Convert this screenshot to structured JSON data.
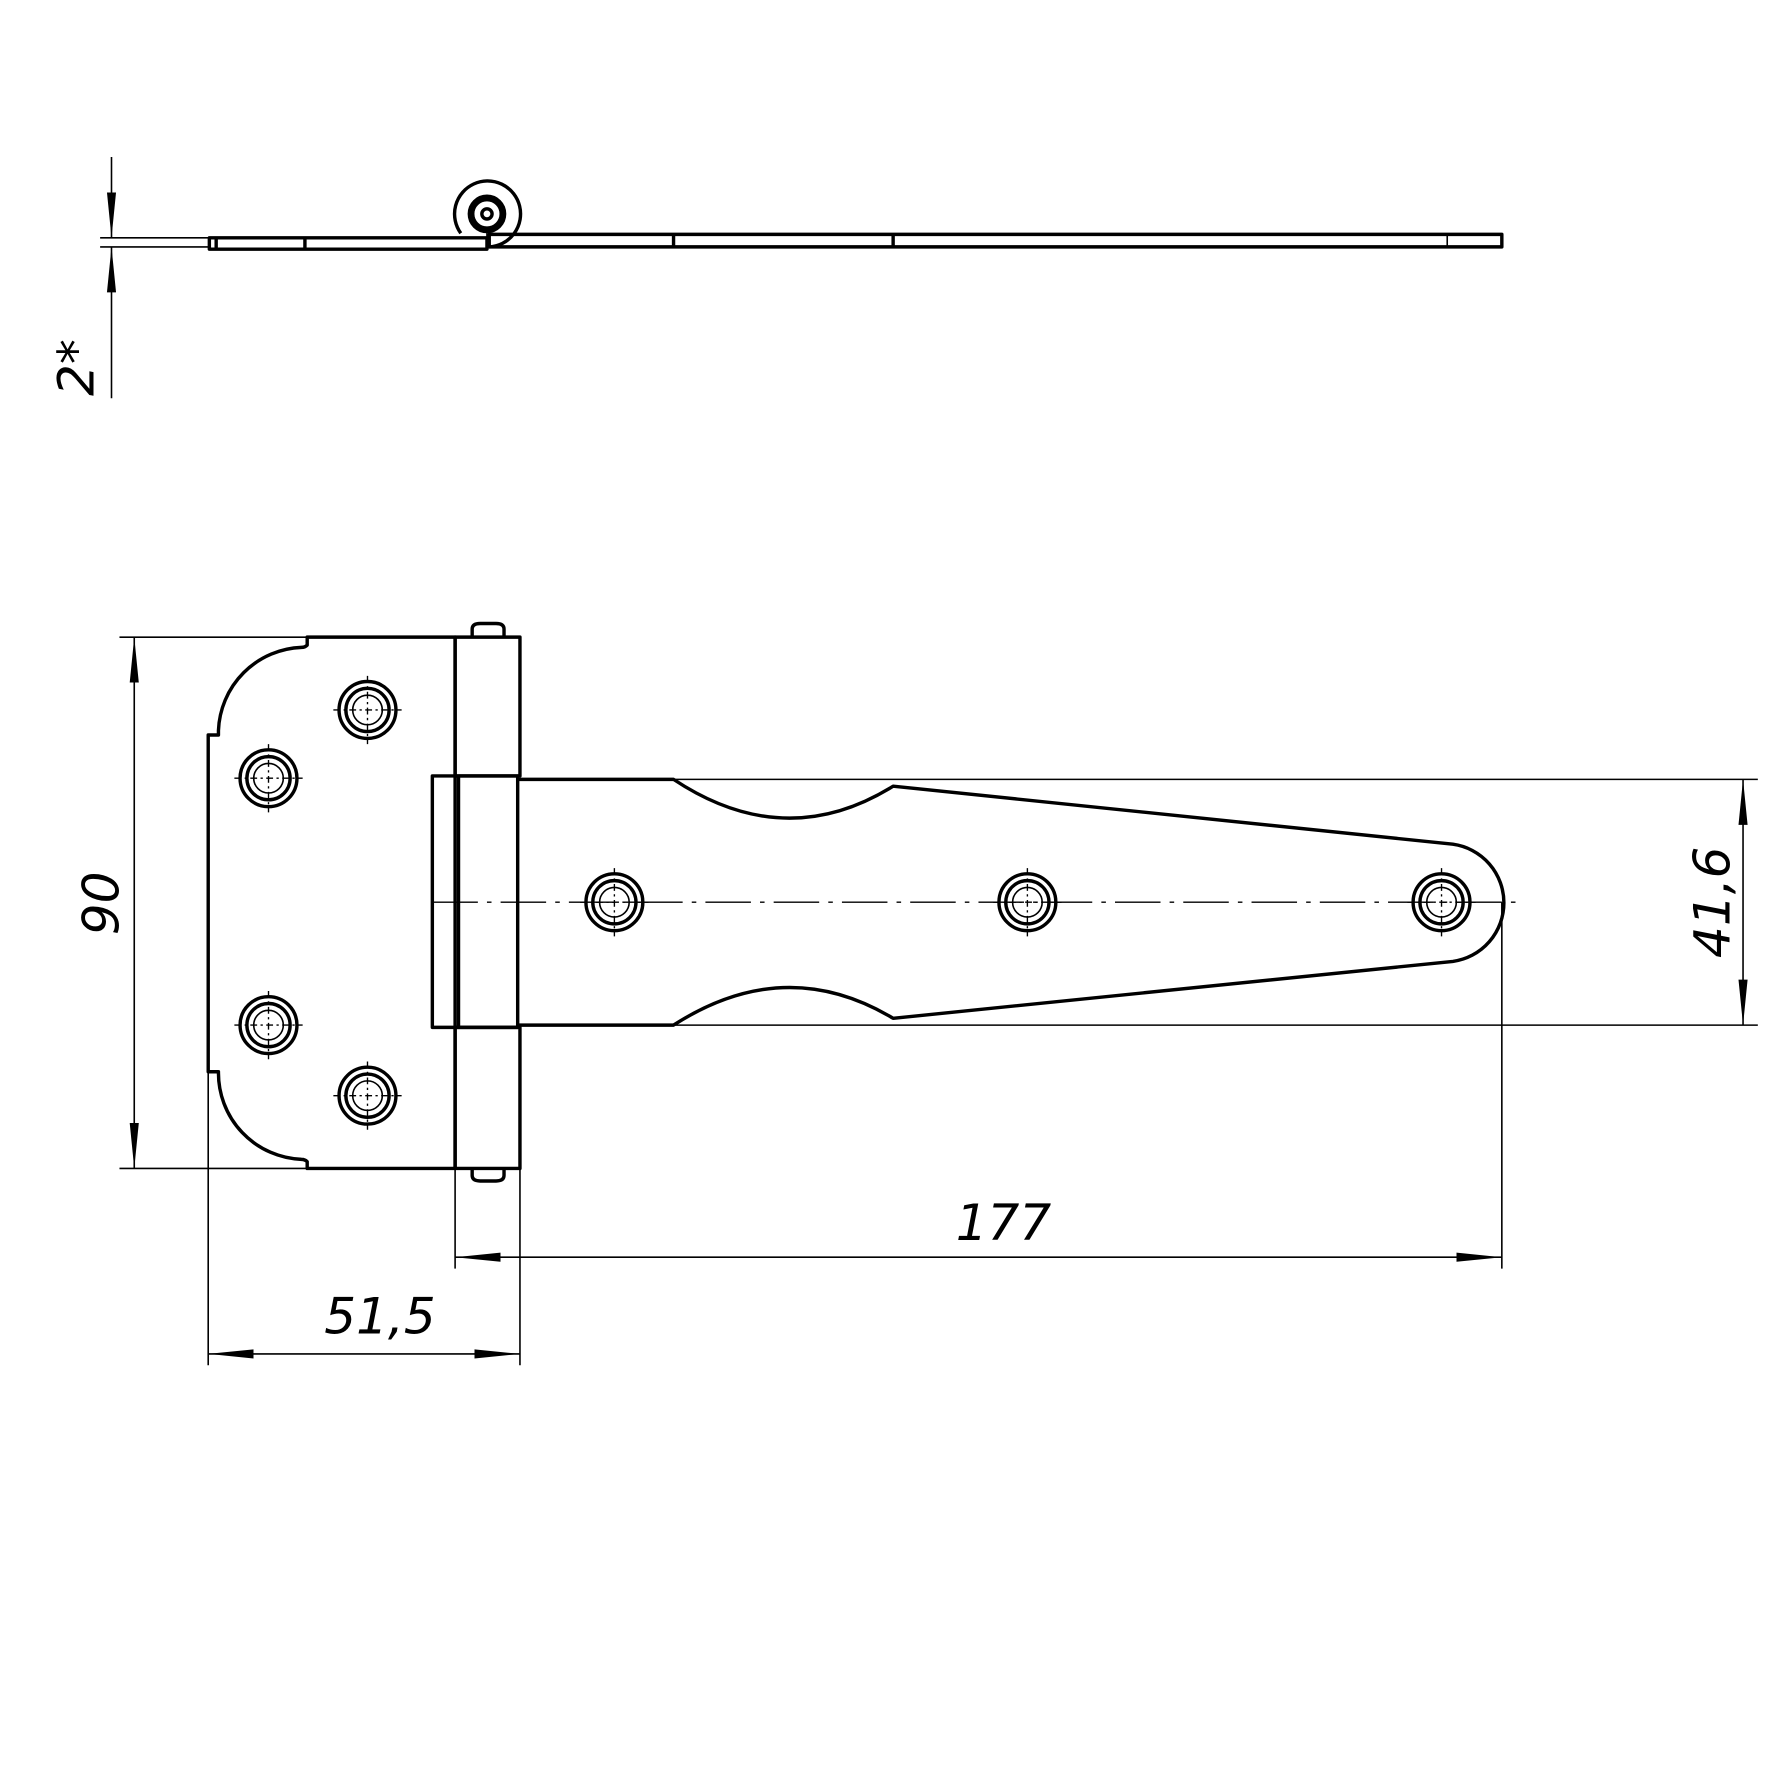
{
  "drawing": {
    "stroke_color": "#000000",
    "background": "#ffffff"
  },
  "dimensions": {
    "thickness": "2*",
    "height": "90",
    "strap_width": "41,6",
    "strap_length": "177",
    "leaf_width": "51,5"
  }
}
